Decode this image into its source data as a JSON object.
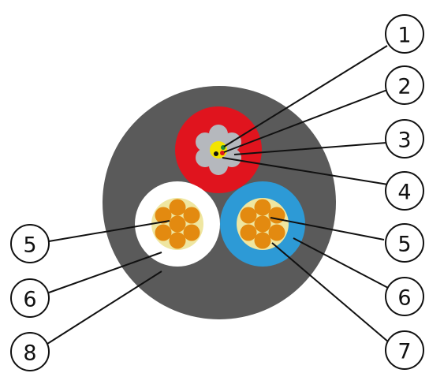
{
  "colors": {
    "jacket": "#5a5a5a",
    "red_insulation": "#e0141e",
    "white_insulation": "#ffffff",
    "blue_insulation": "#2d9ad6",
    "copper": "#e38a10",
    "filler": "#efe6a0",
    "steel_strand": "#b5b8bd",
    "core_yellow": "#f3e400",
    "fiber_red": "#e0141e",
    "fiber_green": "#1a8a3a",
    "fiber_black": "#111111",
    "leader": "#111111"
  },
  "callouts": [
    {
      "id": "c1",
      "label": "1"
    },
    {
      "id": "c2",
      "label": "2"
    },
    {
      "id": "c3",
      "label": "3"
    },
    {
      "id": "c4",
      "label": "4"
    },
    {
      "id": "c5r",
      "label": "5"
    },
    {
      "id": "c6r",
      "label": "6"
    },
    {
      "id": "c7",
      "label": "7"
    },
    {
      "id": "c5l",
      "label": "5"
    },
    {
      "id": "c6l",
      "label": "6"
    },
    {
      "id": "c8",
      "label": "8"
    }
  ]
}
